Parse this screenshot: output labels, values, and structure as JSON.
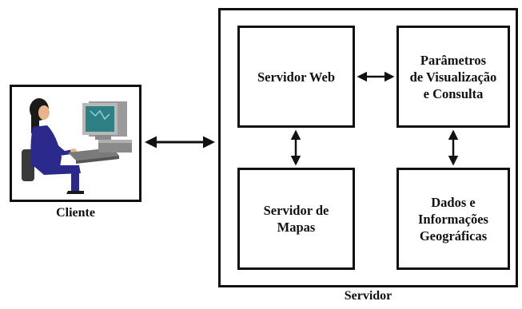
{
  "client": {
    "label": "Cliente",
    "illustration_icon": "person-at-computer-icon"
  },
  "server": {
    "label": "Servidor",
    "boxes": {
      "web_server": "Servidor Web",
      "visualization_params": "Parâmetros\nde Visualização\ne Consulta",
      "map_server": "Servidor de\nMapas",
      "geo_data": "Dados e\nInformações\nGeográficas"
    }
  },
  "connections": [
    {
      "from": "client",
      "to": "server",
      "direction": "both"
    },
    {
      "from": "web_server",
      "to": "visualization_params",
      "direction": "both"
    },
    {
      "from": "web_server",
      "to": "map_server",
      "direction": "both"
    },
    {
      "from": "visualization_params",
      "to": "geo_data",
      "direction": "both"
    }
  ],
  "colors": {
    "outline": "#111111",
    "person_suit": "#2b2a8c",
    "monitor_screen": "#2f7f86",
    "computer_body": "#9a9a9a"
  }
}
